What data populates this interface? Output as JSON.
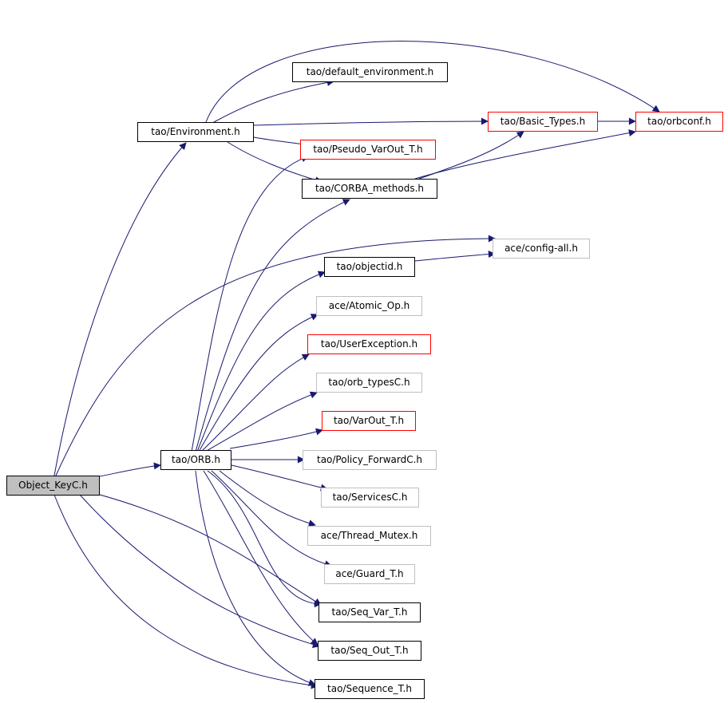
{
  "colors": {
    "edge": "#191970",
    "node_border": "#000000",
    "truncated_border": "#ff0000",
    "external_border": "#bfbfbf",
    "root_fill": "#bfbfbf"
  },
  "nodes": {
    "object_keyc": "Object_KeyC.h",
    "environment": "tao/Environment.h",
    "default_environment": "tao/default_environment.h",
    "basic_types": "tao/Basic_Types.h",
    "orbconf": "tao/orbconf.h",
    "pseudo_varout": "tao/Pseudo_VarOut_T.h",
    "corba_methods": "tao/CORBA_methods.h",
    "config_all": "ace/config-all.h",
    "objectid": "tao/objectid.h",
    "atomic_op": "ace/Atomic_Op.h",
    "userexception": "tao/UserException.h",
    "orb_typesc": "tao/orb_typesC.h",
    "varout": "tao/VarOut_T.h",
    "orb": "tao/ORB.h",
    "policy_forwardc": "tao/Policy_ForwardC.h",
    "servicesc": "tao/ServicesC.h",
    "thread_mutex": "ace/Thread_Mutex.h",
    "guard_t": "ace/Guard_T.h",
    "seq_var": "tao/Seq_Var_T.h",
    "seq_out": "tao/Seq_Out_T.h",
    "sequence_t": "tao/Sequence_T.h"
  }
}
